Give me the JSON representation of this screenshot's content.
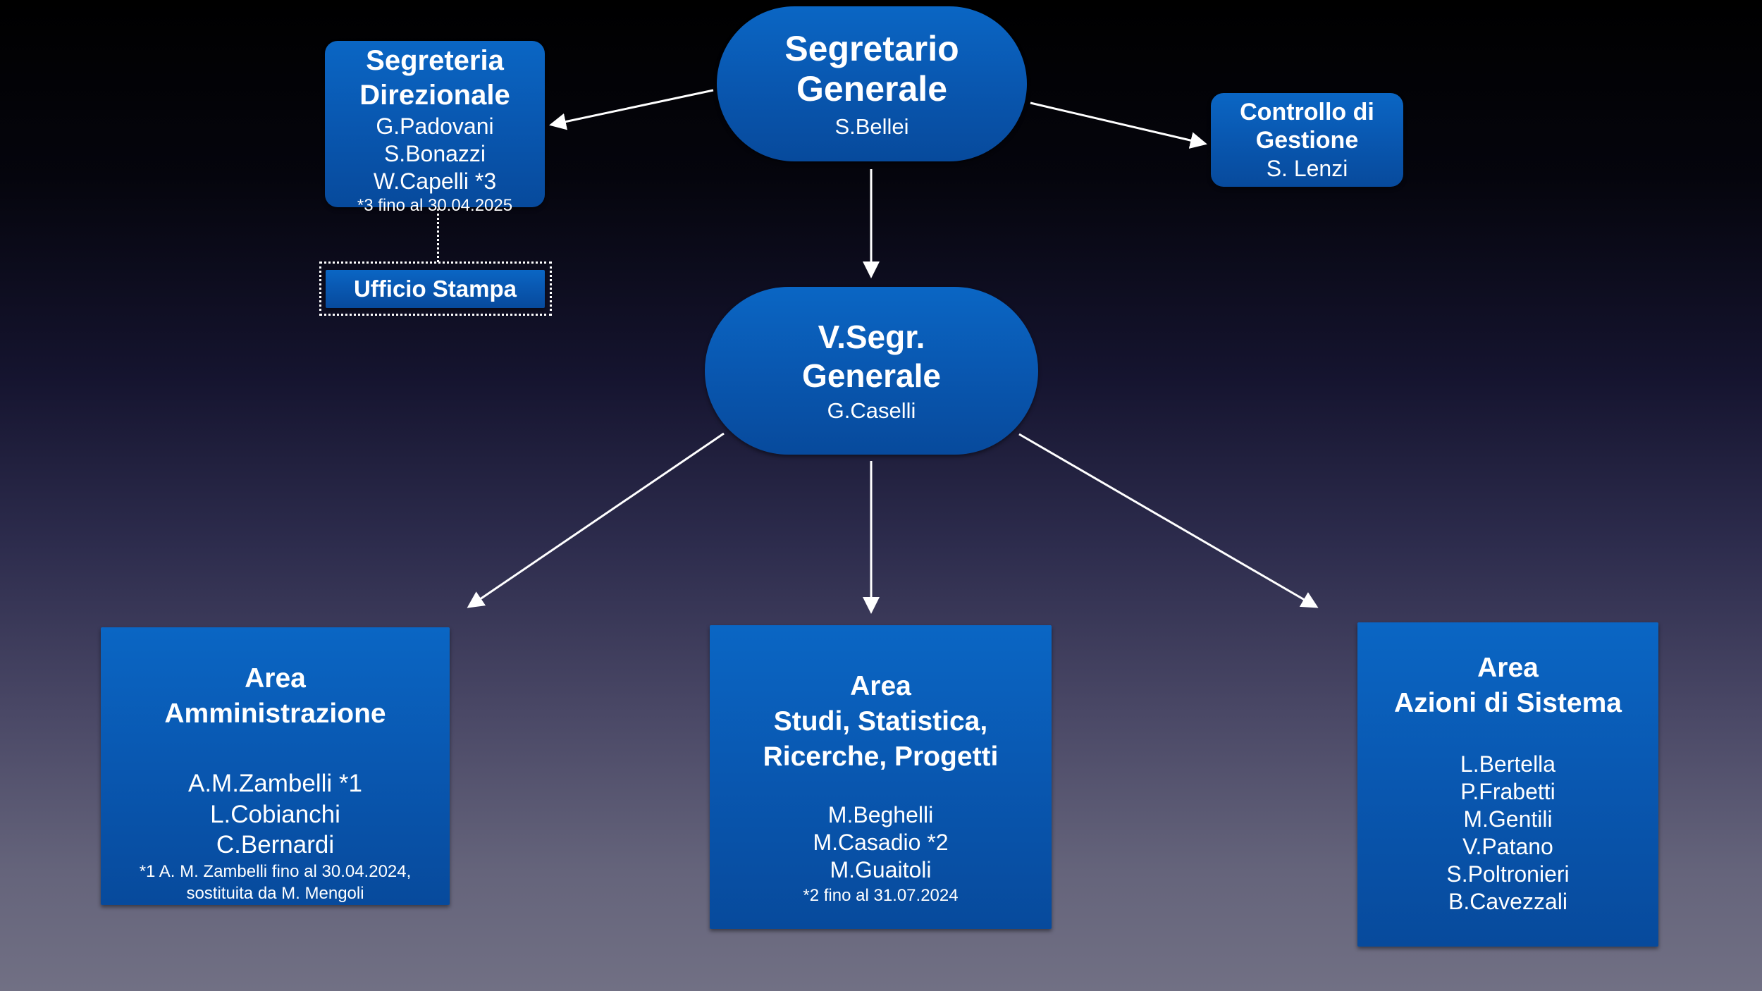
{
  "colors": {
    "node_fill_top": "#0a66c4",
    "node_fill_bottom": "#074a9c",
    "connector": "#ffffff",
    "text": "#ffffff"
  },
  "nodes": {
    "segretario_generale": {
      "title_lines": [
        "Segretario",
        "Generale"
      ],
      "person": "S.Bellei"
    },
    "segreteria_direzionale": {
      "title_lines": [
        "Segreteria",
        "Direzionale"
      ],
      "people": [
        "G.Padovani",
        "S.Bonazzi",
        "W.Capelli *3"
      ],
      "note": "*3 fino al 30.04.2025"
    },
    "ufficio_stampa": {
      "title": "Ufficio Stampa"
    },
    "controllo_gestione": {
      "title_lines": [
        "Controllo di",
        "Gestione"
      ],
      "person": "S. Lenzi"
    },
    "vice_segretario": {
      "title_lines": [
        "V.Segr.",
        "Generale"
      ],
      "person": "G.Caselli"
    },
    "area_amministrazione": {
      "title_lines": [
        "Area",
        "Amministrazione"
      ],
      "people": [
        "A.M.Zambelli *1",
        "L.Cobianchi",
        "C.Bernardi"
      ],
      "note_lines": [
        "*1 A. M. Zambelli fino al 30.04.2024,",
        "sostituita da M. Mengoli"
      ]
    },
    "area_studi": {
      "title_lines": [
        "Area",
        "Studi, Statistica,",
        "Ricerche, Progetti"
      ],
      "people": [
        "M.Beghelli",
        "M.Casadio *2",
        "M.Guaitoli"
      ],
      "note_lines": [
        "*2 fino al 31.07.2024"
      ]
    },
    "area_azioni": {
      "title_lines": [
        "Area",
        "Azioni di Sistema"
      ],
      "people": [
        "L.Bertella",
        "P.Frabetti",
        "M.Gentili",
        "V.Patano",
        "S.Poltronieri",
        "B.Cavezzali"
      ]
    }
  },
  "connections": [
    {
      "from": "segretario_generale",
      "to": "segreteria_direzionale",
      "style": "arrow"
    },
    {
      "from": "segretario_generale",
      "to": "controllo_gestione",
      "style": "arrow"
    },
    {
      "from": "segretario_generale",
      "to": "vice_segretario",
      "style": "arrow"
    },
    {
      "from": "segreteria_direzionale",
      "to": "ufficio_stampa",
      "style": "dotted"
    },
    {
      "from": "vice_segretario",
      "to": "area_amministrazione",
      "style": "arrow"
    },
    {
      "from": "vice_segretario",
      "to": "area_studi",
      "style": "arrow"
    },
    {
      "from": "vice_segretario",
      "to": "area_azioni",
      "style": "arrow"
    }
  ]
}
